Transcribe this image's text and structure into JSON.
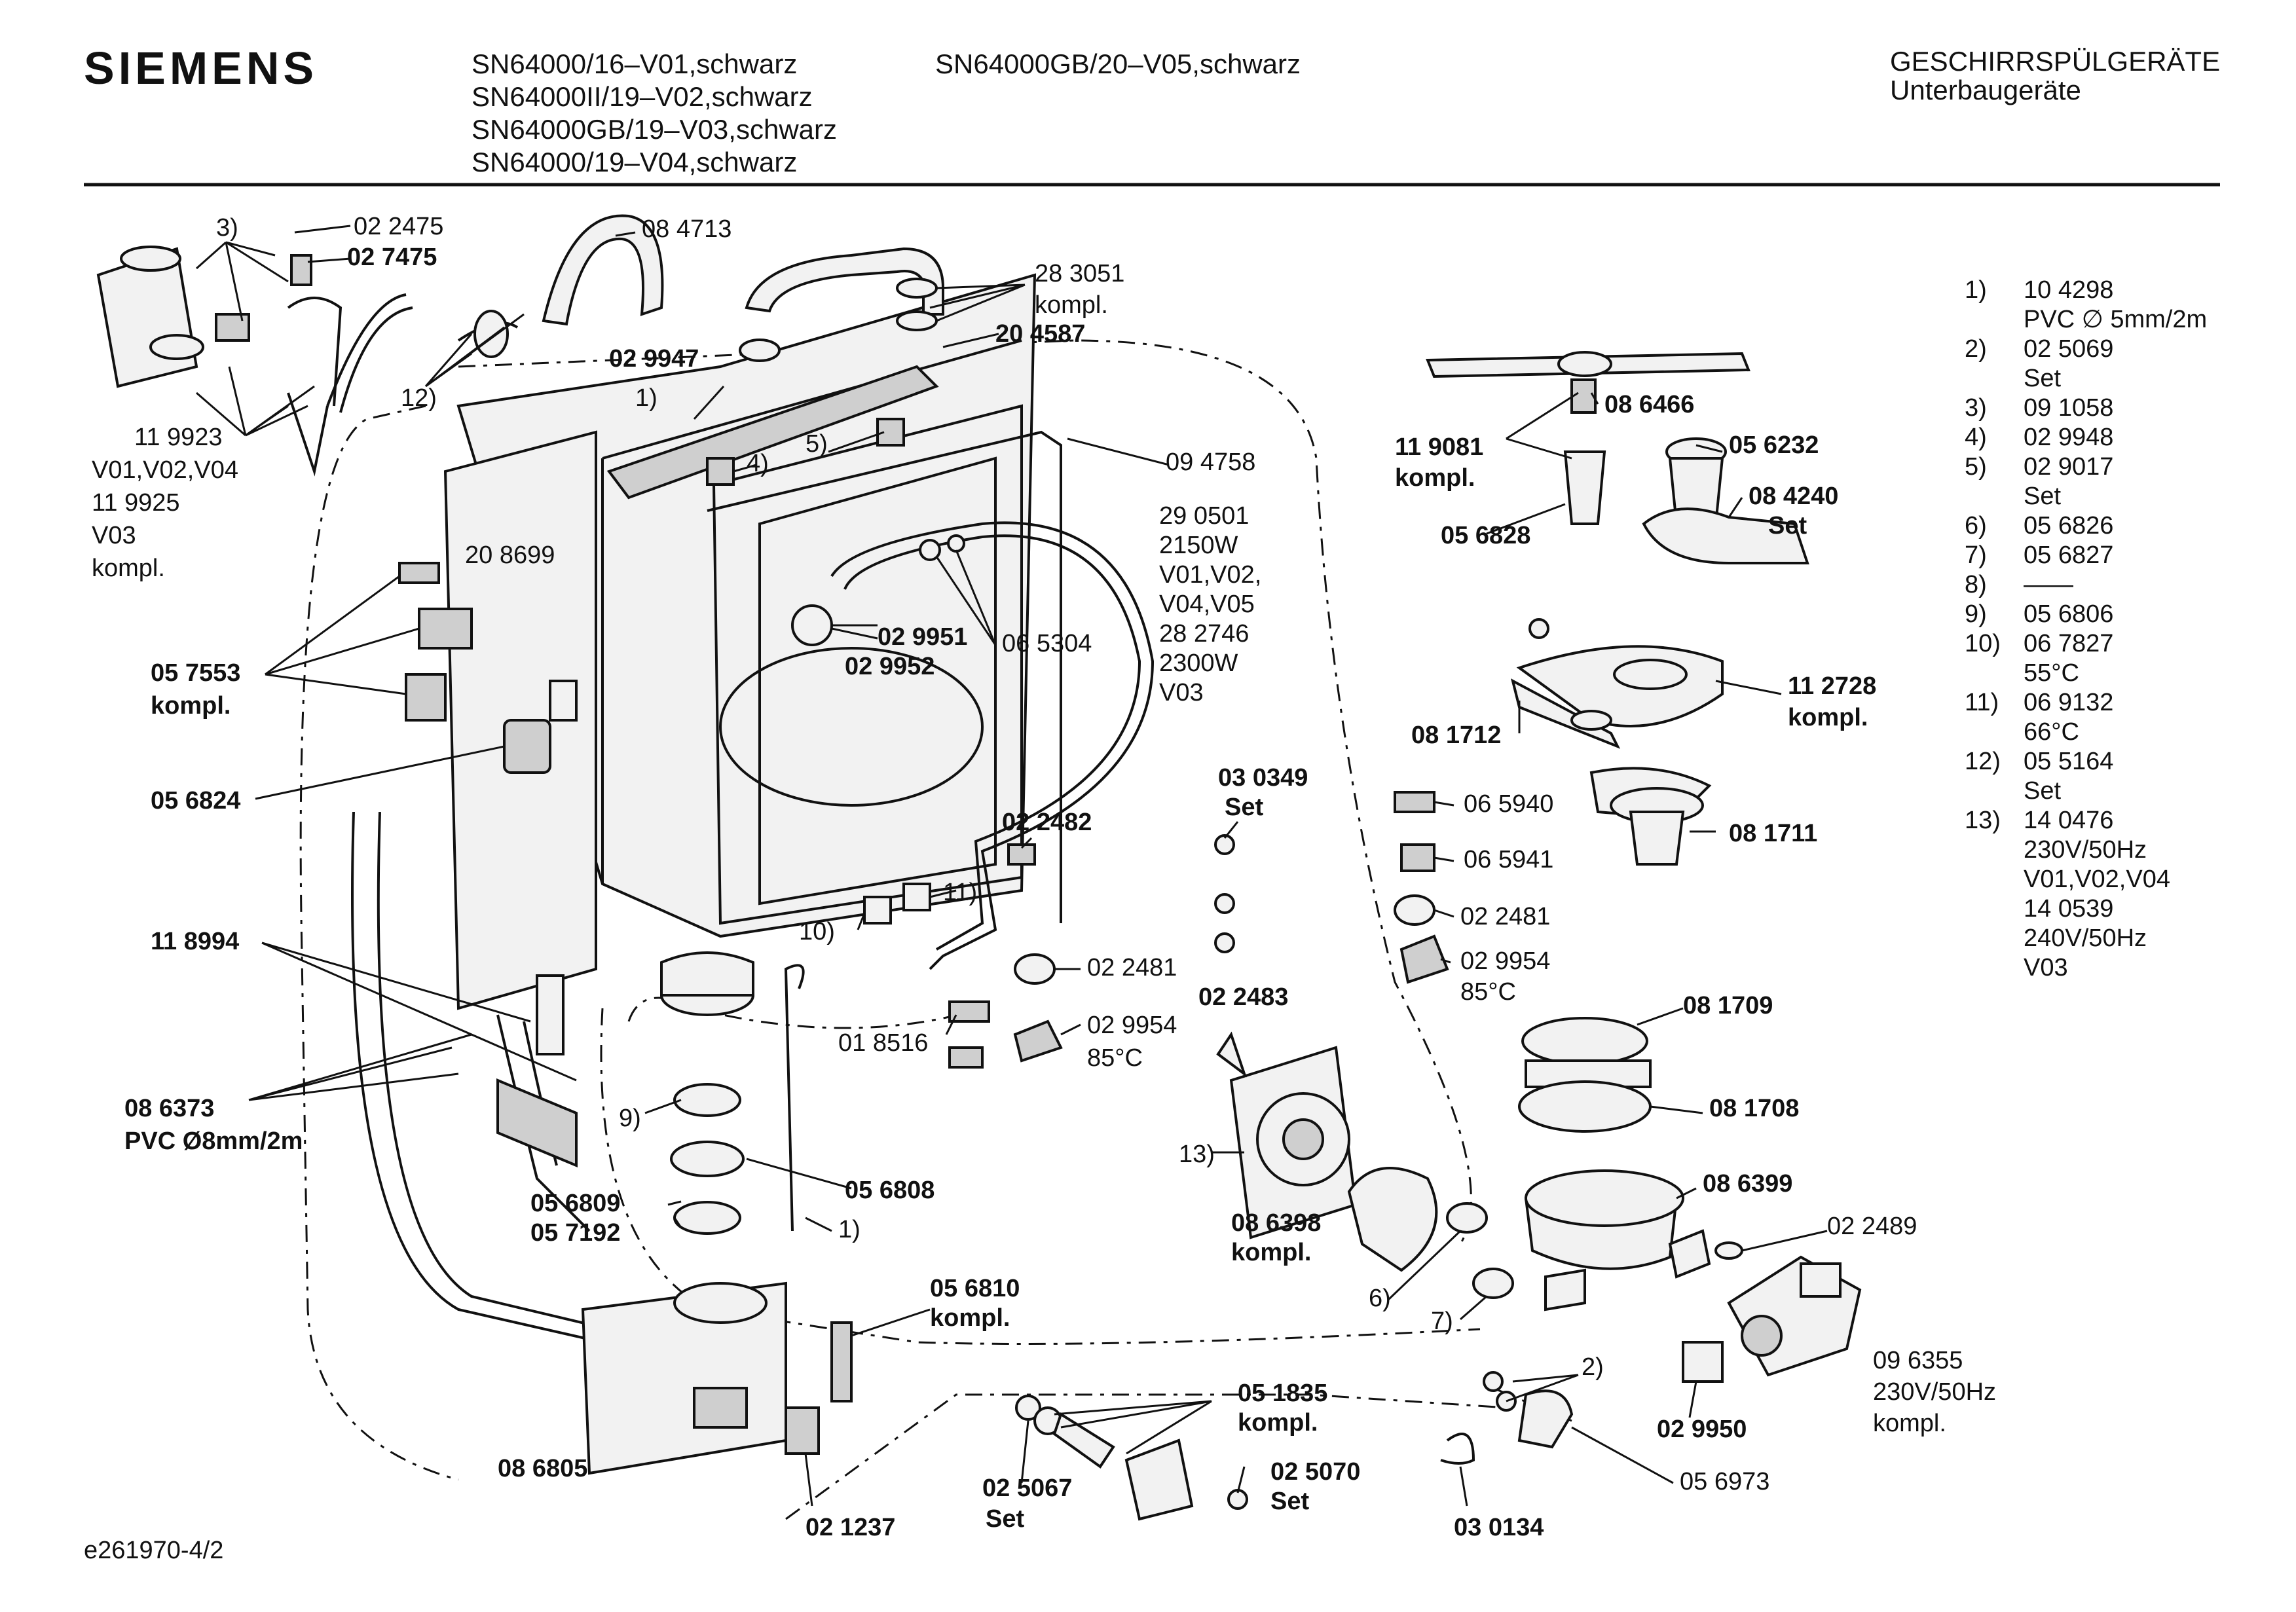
{
  "header": {
    "brand": "SIEMENS",
    "models_col1": [
      "SN64000/16–V01,schwarz",
      "SN64000II/19–V02,schwarz",
      "SN64000GB/19–V03,schwarz",
      "SN64000/19–V04,schwarz"
    ],
    "models_col2": [
      "SN64000GB/20–V05,schwarz"
    ],
    "category": "GESCHIRRSPÜLGERÄTE",
    "subcategory": "Unterbaugeräte"
  },
  "legend": [
    {
      "num": "1)",
      "lines": [
        "10 4298",
        "PVC ∅ 5mm/2m"
      ]
    },
    {
      "num": "2)",
      "lines": [
        "02 5069",
        "Set"
      ]
    },
    {
      "num": "3)",
      "lines": [
        "09 1058"
      ]
    },
    {
      "num": "4)",
      "lines": [
        "02 9948"
      ]
    },
    {
      "num": "5)",
      "lines": [
        "02 9017",
        "Set"
      ]
    },
    {
      "num": "6)",
      "lines": [
        "05 6826"
      ]
    },
    {
      "num": "7)",
      "lines": [
        "05 6827"
      ]
    },
    {
      "num": "8)",
      "lines": [
        "——"
      ]
    },
    {
      "num": "9)",
      "lines": [
        "05 6806"
      ]
    },
    {
      "num": "10)",
      "lines": [
        "06 7827",
        "55°C"
      ]
    },
    {
      "num": "11)",
      "lines": [
        "06 9132",
        "66°C"
      ]
    },
    {
      "num": "12)",
      "lines": [
        "05 5164",
        "Set"
      ]
    },
    {
      "num": "13)",
      "lines": [
        "14 0476",
        "230V/50Hz",
        "V01,V02,V04",
        "14 0539",
        "240V/50Hz",
        "V03"
      ]
    }
  ],
  "labels": [
    {
      "text": "3)",
      "bold": false
    },
    {
      "text": "02 2475",
      "bold": false
    },
    {
      "text": "02 7475",
      "bold": true
    },
    {
      "text": "08 4713",
      "bold": false
    },
    {
      "text": "28 3051",
      "bold": false
    },
    {
      "text": "kompl.",
      "bold": false
    },
    {
      "text": "02 9947",
      "bold": true
    },
    {
      "text": "20 4587",
      "bold": true
    },
    {
      "text": "12)",
      "bold": false
    },
    {
      "text": "1)",
      "bold": false
    },
    {
      "text": "4)",
      "bold": false
    },
    {
      "text": "5)",
      "bold": false
    },
    {
      "text": "09 4758",
      "bold": false
    },
    {
      "text": "11 9923",
      "bold": false
    },
    {
      "text": "V01,V02,V04",
      "bold": false
    },
    {
      "text": "11 9925",
      "bold": false
    },
    {
      "text": "V03",
      "bold": false
    },
    {
      "text": "kompl.",
      "bold": false
    },
    {
      "text": "20 8699",
      "bold": false
    },
    {
      "text": "29 0501",
      "bold": false
    },
    {
      "text": "2150W",
      "bold": false
    },
    {
      "text": "V01,V02,",
      "bold": false
    },
    {
      "text": "V04,V05",
      "bold": false
    },
    {
      "text": "28 2746",
      "bold": false
    },
    {
      "text": "2300W",
      "bold": false
    },
    {
      "text": "V03",
      "bold": false
    },
    {
      "text": "02 9951",
      "bold": true
    },
    {
      "text": "02 9952",
      "bold": true
    },
    {
      "text": "06 5304",
      "bold": false
    },
    {
      "text": "05 7553",
      "bold": true
    },
    {
      "text": "kompl.",
      "bold": true
    },
    {
      "text": "05 6824",
      "bold": true
    },
    {
      "text": "03 0349",
      "bold": true
    },
    {
      "text": "Set",
      "bold": true
    },
    {
      "text": "02 2482",
      "bold": true
    },
    {
      "text": "11)",
      "bold": false
    },
    {
      "text": "10)",
      "bold": false
    },
    {
      "text": "02 2481",
      "bold": false
    },
    {
      "text": "11 8994",
      "bold": true
    },
    {
      "text": "01 8516",
      "bold": false
    },
    {
      "text": "02 9954",
      "bold": false
    },
    {
      "text": "85°C",
      "bold": false
    },
    {
      "text": "02 2483",
      "bold": true
    },
    {
      "text": "08 6373",
      "bold": true
    },
    {
      "text": "PVC Ø8mm/2m",
      "bold": true
    },
    {
      "text": "9)",
      "bold": false
    },
    {
      "text": "05 6808",
      "bold": true
    },
    {
      "text": "05 6809",
      "bold": true
    },
    {
      "text": "05 7192",
      "bold": true
    },
    {
      "text": "1)",
      "bold": false
    },
    {
      "text": "13)",
      "bold": false
    },
    {
      "text": "08 6398",
      "bold": true
    },
    {
      "text": "kompl.",
      "bold": true
    },
    {
      "text": "6)",
      "bold": false
    },
    {
      "text": "7)",
      "bold": false
    },
    {
      "text": "05 6810",
      "bold": true
    },
    {
      "text": "kompl.",
      "bold": true
    },
    {
      "text": "05 1835",
      "bold": true
    },
    {
      "text": "kompl.",
      "bold": true
    },
    {
      "text": "08 6805",
      "bold": true
    },
    {
      "text": "02 5067",
      "bold": true
    },
    {
      "text": "Set",
      "bold": true
    },
    {
      "text": "02 5070",
      "bold": true
    },
    {
      "text": "Set",
      "bold": true
    },
    {
      "text": "02 1237",
      "bold": true
    },
    {
      "text": "08 6466",
      "bold": true
    },
    {
      "text": "11 9081",
      "bold": true
    },
    {
      "text": "kompl.",
      "bold": true
    },
    {
      "text": "05 6232",
      "bold": true
    },
    {
      "text": "08 4240",
      "bold": true
    },
    {
      "text": "Set",
      "bold": true
    },
    {
      "text": "05 6828",
      "bold": true
    },
    {
      "text": "11 2728",
      "bold": true
    },
    {
      "text": "kompl.",
      "bold": true
    },
    {
      "text": "08 1712",
      "bold": true
    },
    {
      "text": "06 5940",
      "bold": false
    },
    {
      "text": "08 1711",
      "bold": true
    },
    {
      "text": "06 5941",
      "bold": false
    },
    {
      "text": "02 2481",
      "bold": false
    },
    {
      "text": "02 9954",
      "bold": false
    },
    {
      "text": "85°C",
      "bold": false
    },
    {
      "text": "08 1709",
      "bold": true
    },
    {
      "text": "08 1708",
      "bold": true
    },
    {
      "text": "08 6399",
      "bold": true
    },
    {
      "text": "02 2489",
      "bold": false
    },
    {
      "text": "2)",
      "bold": false
    },
    {
      "text": "02 9950",
      "bold": true
    },
    {
      "text": "09 6355",
      "bold": false
    },
    {
      "text": "230V/50Hz",
      "bold": false
    },
    {
      "text": "kompl.",
      "bold": false
    },
    {
      "text": "05 6973",
      "bold": false
    },
    {
      "text": "03 0134",
      "bold": true
    }
  ],
  "footer": {
    "drawing_id": "e261970-4/2"
  }
}
